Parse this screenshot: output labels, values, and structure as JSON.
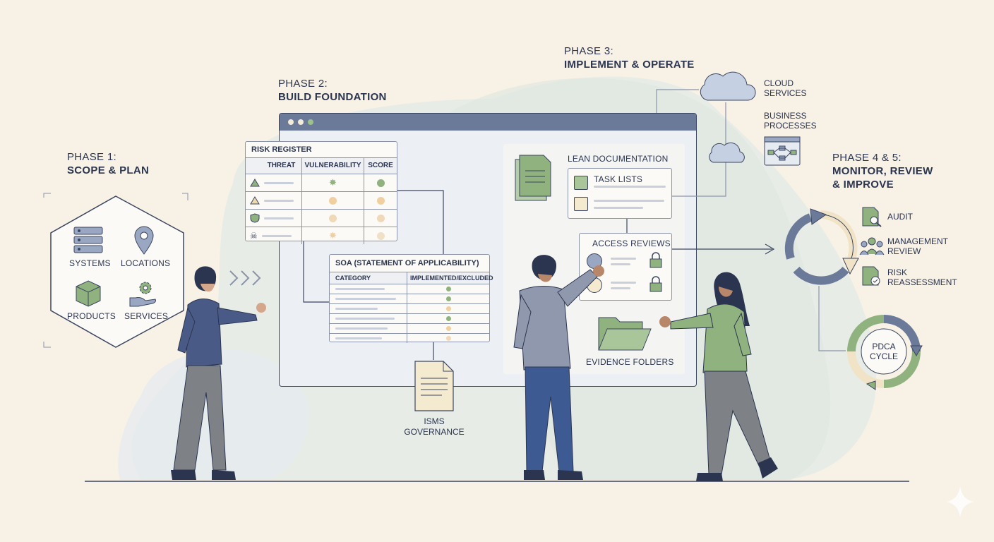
{
  "phases": {
    "p1": {
      "num": "PHASE 1:",
      "title": "SCOPE & PLAN"
    },
    "p2": {
      "num": "PHASE 2:",
      "title": "BUILD FOUNDATION"
    },
    "p3": {
      "num": "PHASE 3:",
      "title": "IMPLEMENT & OPERATE"
    },
    "p45": {
      "num": "PHASE 4 & 5:",
      "title1": "MONITOR, REVIEW",
      "title2": "& IMPROVE"
    }
  },
  "scope": {
    "systems": "SYSTEMS",
    "locations": "LOCATIONS",
    "products": "PRODUCTS",
    "services": "SERVICES"
  },
  "risk_register": {
    "title": "RISK REGISTER",
    "headers": [
      "THREAT",
      "VULNERABILITY",
      "SCORE"
    ]
  },
  "soa": {
    "title": "SOA (STATEMENT OF APPLICABILITY)",
    "headers": [
      "CATEGORY",
      "IMPLEMENTED/EXCLUDED"
    ]
  },
  "isms": {
    "line1": "ISMS",
    "line2": "GOVERNANCE"
  },
  "lean": {
    "title": "LEAN DOCUMENTATION",
    "task_lists": "TASK LISTS",
    "access_reviews": "ACCESS REVIEWS",
    "evidence": "EVIDENCE FOLDERS"
  },
  "cloud": {
    "line1": "CLOUD",
    "line2": "SERVICES"
  },
  "business": {
    "line1": "BUSINESS",
    "line2": "PROCESSES"
  },
  "monitor": {
    "audit": "AUDIT",
    "mgmt1": "MANAGEMENT",
    "mgmt2": "REVIEW",
    "risk1": "RISK",
    "risk2": "REASSESSMENT",
    "pdca1": "PDCA",
    "pdca2": "CYCLE"
  },
  "colors": {
    "navy": "#2b3550",
    "green": "#8fb27e",
    "slate": "#5d6f94",
    "cream": "#f7f1e6"
  }
}
